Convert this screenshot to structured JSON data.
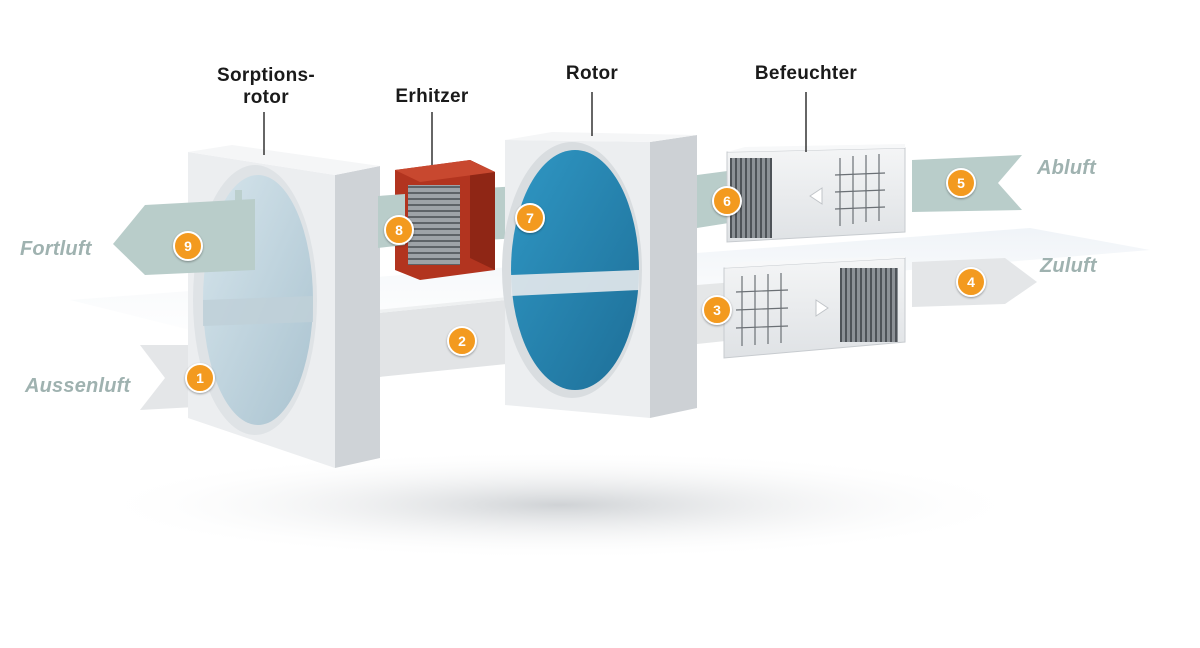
{
  "components": {
    "sorption_rotor": {
      "line1": "Sorptions-",
      "line2": "rotor"
    },
    "heater": "Erhitzer",
    "rotor": "Rotor",
    "humidifier": "Befeuchter"
  },
  "flows": {
    "outside_air": "Aussenluft",
    "exhaust_out": "Fortluft",
    "extract_air": "Abluft",
    "supply_air": "Zuluft"
  },
  "badges": [
    "1",
    "2",
    "3",
    "4",
    "5",
    "6",
    "7",
    "8",
    "9"
  ],
  "colors": {
    "badge": "#f39a1f",
    "duct_pale": "#b9cdca",
    "duct_grey": "#e3e5e7",
    "frame": "#e4e6e8",
    "rotor_blue": "#3aa6cd",
    "sorption_disc": "#c9dde6",
    "heater": "#b2341f",
    "label_flow": "#9fb2b0"
  }
}
